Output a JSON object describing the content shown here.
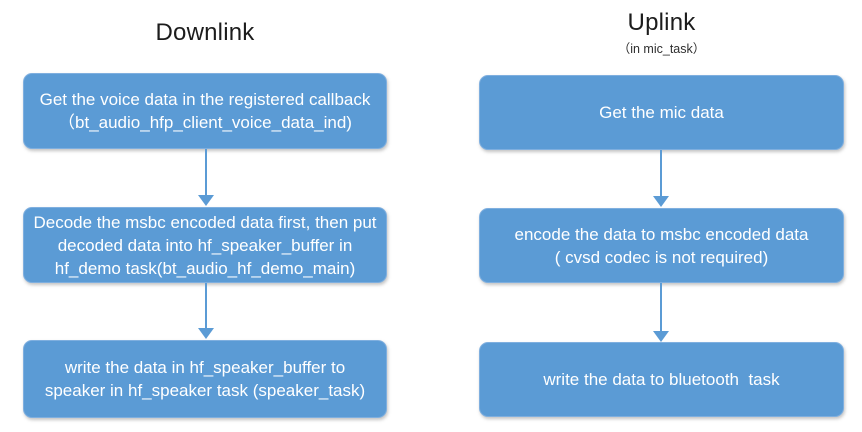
{
  "colors": {
    "box_fill": "#5b9bd5",
    "box_border": "#7fafdf",
    "arrow": "#5b9bd5",
    "box_text": "#ffffff",
    "title_text": "#1c1c1c"
  },
  "downlink": {
    "title": "Downlink",
    "boxes": [
      {
        "lines": [
          "Get the voice data in the registered callback",
          "（bt_audio_hfp_client_voice_data_ind)"
        ]
      },
      {
        "lines": [
          "Decode the msbc encoded data first, then put",
          "decoded data into hf_speaker_buffer in",
          "hf_demo task(bt_audio_hf_demo_main)"
        ]
      },
      {
        "lines": [
          "write the data in hf_speaker_buffer to",
          "speaker in hf_speaker task (speaker_task)"
        ]
      }
    ]
  },
  "uplink": {
    "title": "Uplink",
    "subtitle": "（in mic_task）",
    "boxes": [
      {
        "lines": [
          "Get the mic data"
        ]
      },
      {
        "lines": [
          "encode the data to msbc encoded data",
          "( cvsd codec is not required)"
        ]
      },
      {
        "lines": [
          "write the data to bluetooth  task"
        ]
      }
    ]
  }
}
